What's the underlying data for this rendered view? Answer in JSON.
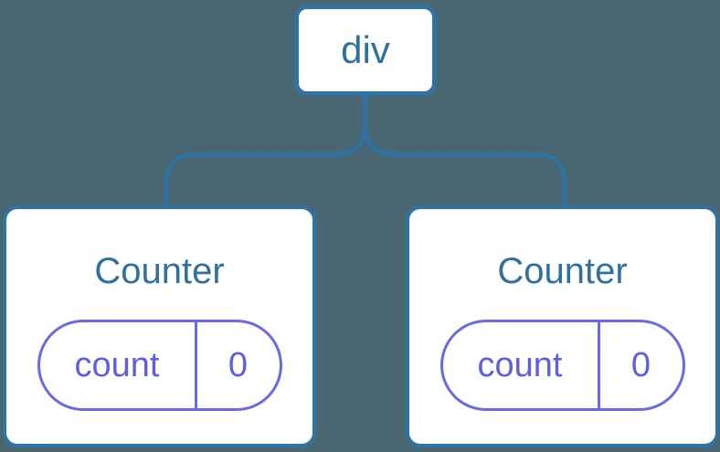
{
  "diagram": {
    "root": {
      "label": "div"
    },
    "children": [
      {
        "title": "Counter",
        "state": {
          "key": "count",
          "value": "0"
        }
      },
      {
        "title": "Counter",
        "state": {
          "key": "count",
          "value": "0"
        }
      }
    ],
    "colors": {
      "background": "#4a6670",
      "node_border": "#2e73a4",
      "node_text": "#2f709f",
      "node_fill": "#ffffff",
      "state_border": "#6a6ae4",
      "state_text": "#5e5ee2"
    }
  }
}
